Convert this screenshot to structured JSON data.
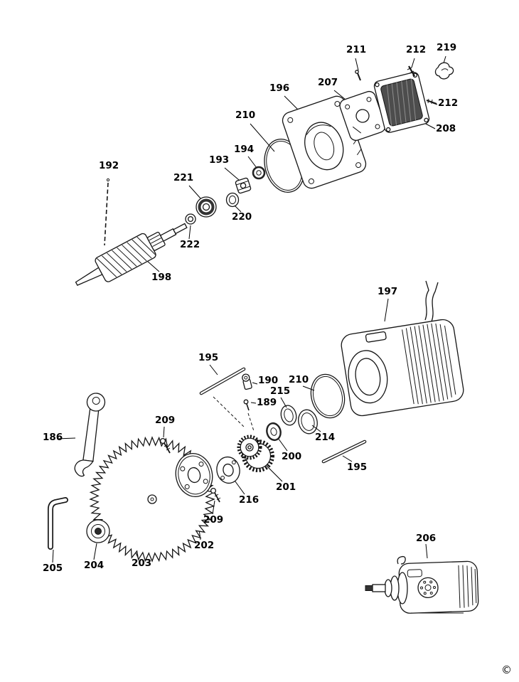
{
  "diagram": {
    "type": "exploded-parts-diagram",
    "copyright": "©",
    "labels": [
      {
        "part": "211",
        "text": "211"
      },
      {
        "part": "212",
        "text": "212"
      },
      {
        "part": "219",
        "text": "219"
      },
      {
        "part": "212",
        "text": "212"
      },
      {
        "part": "207",
        "text": "207"
      },
      {
        "part": "196",
        "text": "196"
      },
      {
        "part": "208",
        "text": "208"
      },
      {
        "part": "210",
        "text": "210"
      },
      {
        "part": "194",
        "text": "194"
      },
      {
        "part": "193",
        "text": "193"
      },
      {
        "part": "192",
        "text": "192"
      },
      {
        "part": "221",
        "text": "221"
      },
      {
        "part": "220",
        "text": "220"
      },
      {
        "part": "222",
        "text": "222"
      },
      {
        "part": "198",
        "text": "198"
      },
      {
        "part": "197",
        "text": "197"
      },
      {
        "part": "195",
        "text": "195"
      },
      {
        "part": "190",
        "text": "190"
      },
      {
        "part": "210",
        "text": "210"
      },
      {
        "part": "215",
        "text": "215"
      },
      {
        "part": "189",
        "text": "189"
      },
      {
        "part": "209",
        "text": "209"
      },
      {
        "part": "186",
        "text": "186"
      },
      {
        "part": "214",
        "text": "214"
      },
      {
        "part": "200",
        "text": "200"
      },
      {
        "part": "195",
        "text": "195"
      },
      {
        "part": "201",
        "text": "201"
      },
      {
        "part": "216",
        "text": "216"
      },
      {
        "part": "209",
        "text": "209"
      },
      {
        "part": "202",
        "text": "202"
      },
      {
        "part": "203",
        "text": "203"
      },
      {
        "part": "204",
        "text": "204"
      },
      {
        "part": "205",
        "text": "205"
      },
      {
        "part": "206",
        "text": "206"
      }
    ]
  }
}
